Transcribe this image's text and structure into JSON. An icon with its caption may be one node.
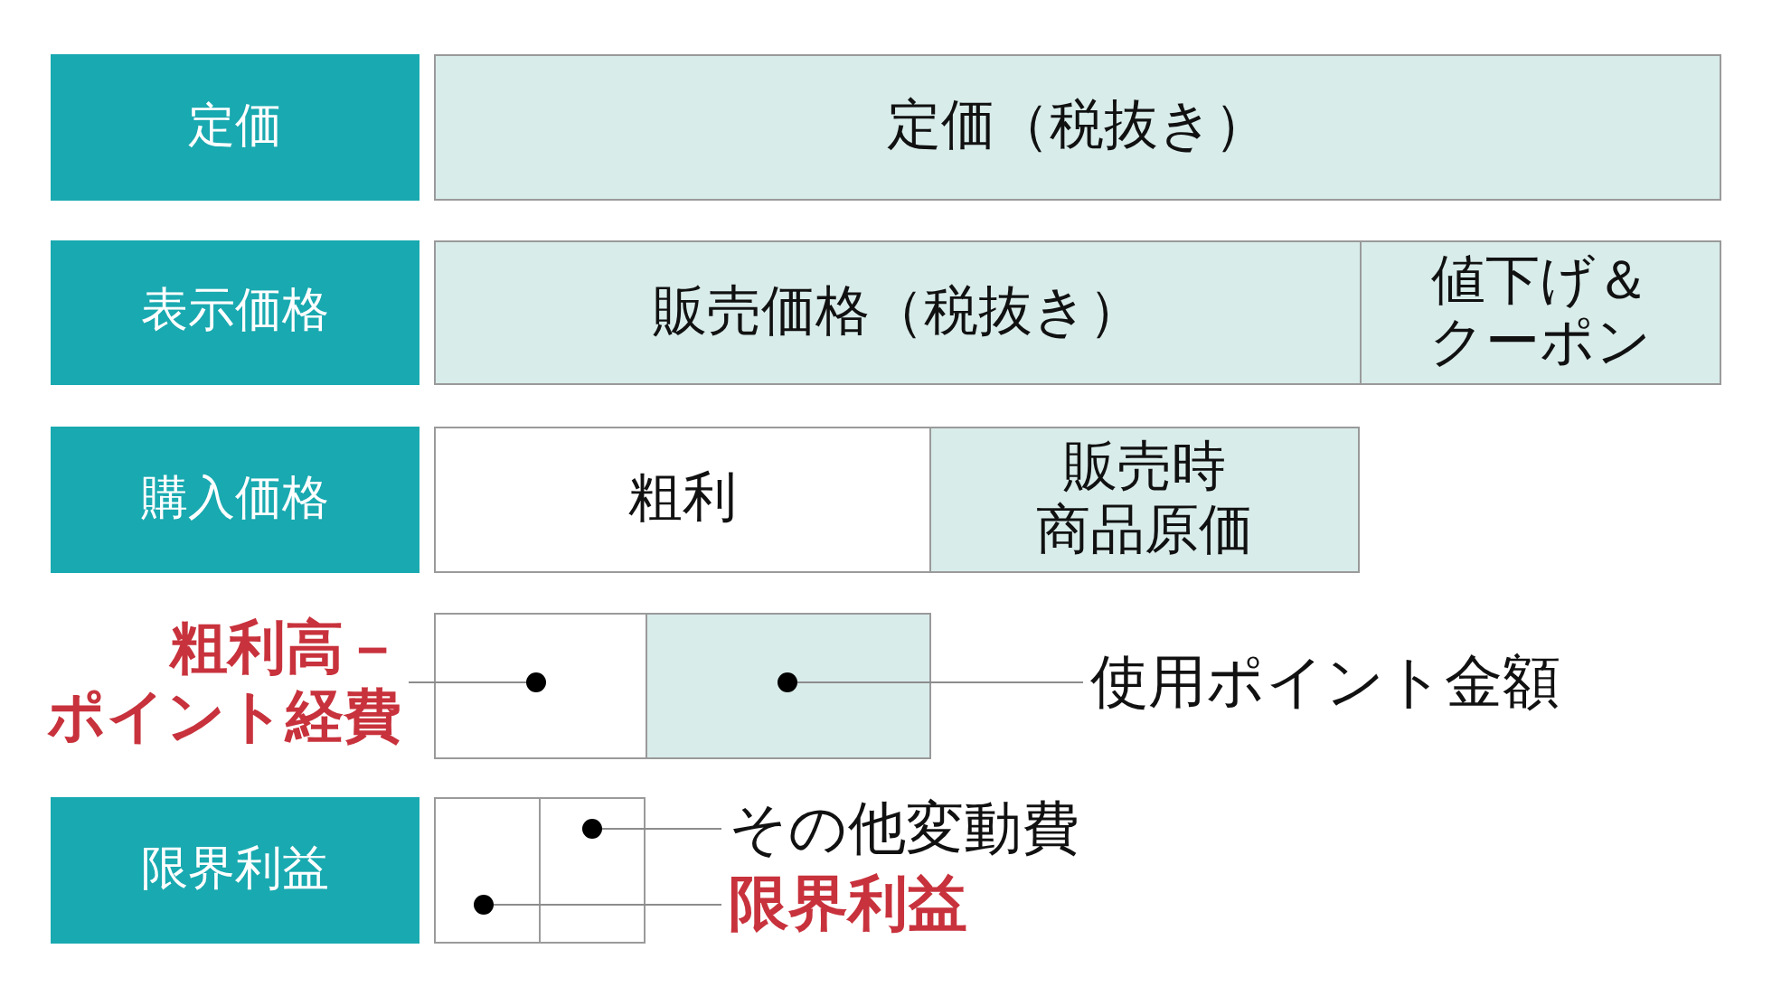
{
  "diagram": {
    "nodes": [
      {
        "text": [
          "定価"
        ]
      },
      {
        "text": [
          "定価（税抜き）"
        ]
      },
      {
        "text": [
          "表示価格"
        ]
      },
      {
        "text": [
          "販売価格（税抜き）"
        ]
      },
      {
        "text": [
          "値下げ＆クーポン"
        ]
      },
      {
        "text": [
          "購入価格"
        ]
      },
      {
        "text": [
          "粗利"
        ]
      },
      {
        "text": [
          "販売時商品原価"
        ]
      },
      {
        "text": [
          "粗利高－ポイント経費"
        ]
      },
      {
        "text": [],
        "shape": "box"
      },
      {
        "text": [],
        "shape": "circle",
        "in": 9
      },
      {
        "text": [],
        "shape": "box"
      },
      {
        "text": [],
        "shape": "circle",
        "in": 11
      },
      {
        "text": [
          "使用ポイント金額"
        ]
      },
      {
        "text": [
          "限界利益"
        ]
      },
      {
        "text": [],
        "shape": "box"
      },
      {
        "text": [],
        "shape": "circle",
        "in": 15
      },
      {
        "text": [],
        "shape": "box"
      },
      {
        "text": [],
        "shape": "circle",
        "in": 17
      },
      {
        "text": [
          "その他変動費"
        ]
      },
      {
        "text": [
          "限界利益"
        ]
      }
    ],
    "edges": [
      {
        "from": 8,
        "to": 10,
        "arrow": "none"
      },
      {
        "from": 13,
        "to": 12,
        "arrow": "none"
      },
      {
        "from": 19,
        "to": 18,
        "arrow": "none"
      },
      {
        "from": 20,
        "to": 16,
        "arrow": "none"
      }
    ]
  }
}
